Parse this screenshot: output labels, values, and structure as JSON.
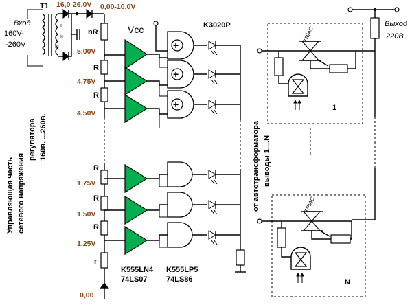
{
  "input": {
    "line1": "Вход",
    "line2": "160V-",
    "line3": "-260V"
  },
  "transformer": {
    "ref": "T1",
    "w1": "I",
    "w2": "II",
    "w3": "III"
  },
  "supply": {
    "range": "16,0-26,0V",
    "ref_range": "0,00-10,0V",
    "vcc": "Vcc"
  },
  "divider": {
    "top_res": "nR",
    "res": "R",
    "bottom_res": "r",
    "levels_top": [
      "5,00V",
      "4,75V",
      "4,50V"
    ],
    "levels_bottom": [
      "1,75V",
      "1,50V",
      "1,25V"
    ],
    "zero": "0,00"
  },
  "optocoupler": {
    "part": "K3020P"
  },
  "chips": {
    "buffer_line1": "K555LN4",
    "buffer_line2": "74LS07",
    "xor_line1": "K555LP5",
    "xor_line2": "74LS86"
  },
  "gate_symbol": "+",
  "triac": {
    "label": "TRIAC",
    "unit_first": "1",
    "unit_last": "N"
  },
  "output": {
    "line1": "Выход",
    "line2": "220В"
  },
  "side_left": {
    "line1": "Управляющая часть",
    "line2": "сетевого напряжения",
    "line3": "регулятора",
    "line4": "160в. ...260в."
  },
  "side_mid": {
    "line1": "от автотрансформатора",
    "line2": "выводы 1....N"
  }
}
